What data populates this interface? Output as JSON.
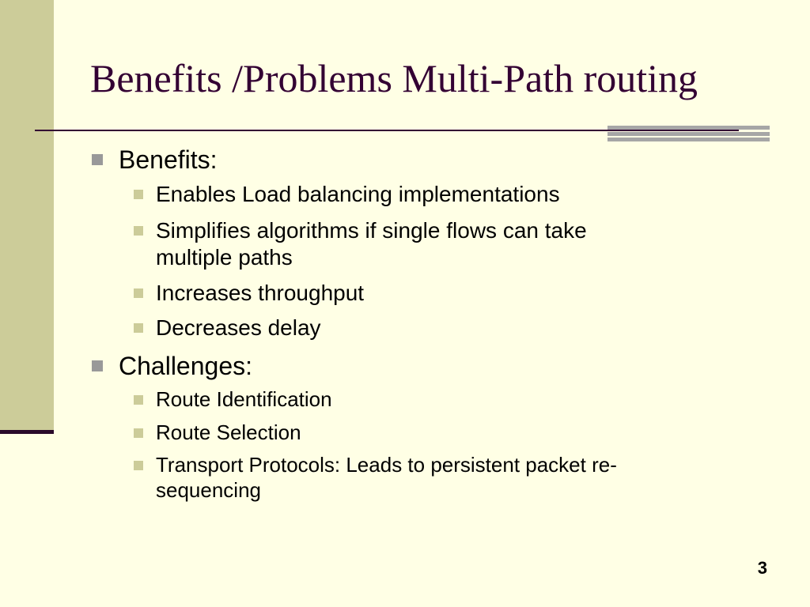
{
  "slide": {
    "title": "Benefits /Problems Multi-Path routing",
    "page_number": "3",
    "colors": {
      "background": "#ffffe5",
      "title": "#330033",
      "side_bar": "#cccc99",
      "accent": "#a6a6a6"
    },
    "benefits": {
      "heading": "Benefits:",
      "items": [
        "Enables Load balancing implementations",
        "Simplifies algorithms if single flows can take",
        "multiple paths",
        "Increases throughput",
        "Decreases delay"
      ]
    },
    "challenges": {
      "heading": "Challenges:",
      "items": [
        "Route Identification",
        "Route Selection",
        "Transport Protocols: Leads to persistent packet re-",
        "sequencing"
      ]
    }
  }
}
